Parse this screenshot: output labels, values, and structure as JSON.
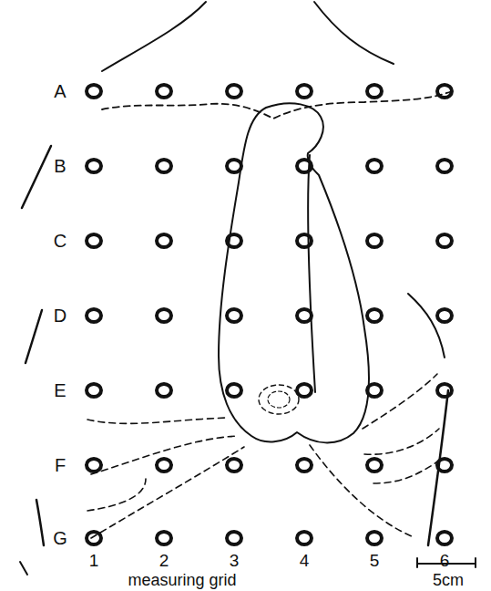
{
  "diagram": {
    "labels": [
      "A",
      "B",
      "C",
      "D",
      "E",
      "F",
      "G",
      "1",
      "2",
      "3",
      "4",
      "5",
      "6",
      "measuring grid",
      "5cm"
    ]
  }
}
